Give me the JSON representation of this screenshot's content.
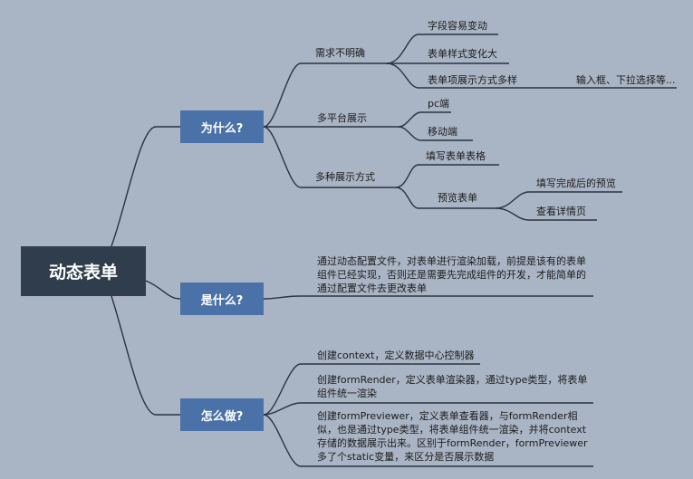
{
  "root": {
    "label": "动态表单"
  },
  "why": {
    "label": "为什么?",
    "requirements": {
      "label": "需求不明确",
      "items": [
        "字段容易变动",
        "表单样式变化大",
        "表单项展示方式多样"
      ],
      "detail": "输入框、下拉选择等..."
    },
    "platforms": {
      "label": "多平台展示",
      "items": [
        "pc端",
        "移动端"
      ]
    },
    "display_modes": {
      "label": "多种展示方式",
      "fill_table": "填写表单表格",
      "preview": {
        "label": "预览表单",
        "items": [
          "填写完成后的预览",
          "查看详情页"
        ]
      }
    }
  },
  "what": {
    "label": "是什么?",
    "description": "通过动态配置文件，对表单进行渲染加载，前提是该有的表单组件已经实现，否则还是需要先完成组件的开发，才能简单的通过配置文件去更改表单"
  },
  "how": {
    "label": "怎么做?",
    "steps": [
      "创建context，定义数据中心控制器",
      "创建formRender，定义表单渲染器，通过type类型，将表单组件统一渲染",
      "创建formPreviewer，定义表单查看器，与formRender相似，也是通过type类型，将表单组件统一渲染，并将context存储的数据展示出来。区别于formRender，formPreviewer多了个static变量，来区分是否展示数据"
    ]
  },
  "colors": {
    "background": "#a9b4c4",
    "root": "#2f3d4c",
    "topic": "#4a72a8",
    "line": "#2b3440"
  }
}
